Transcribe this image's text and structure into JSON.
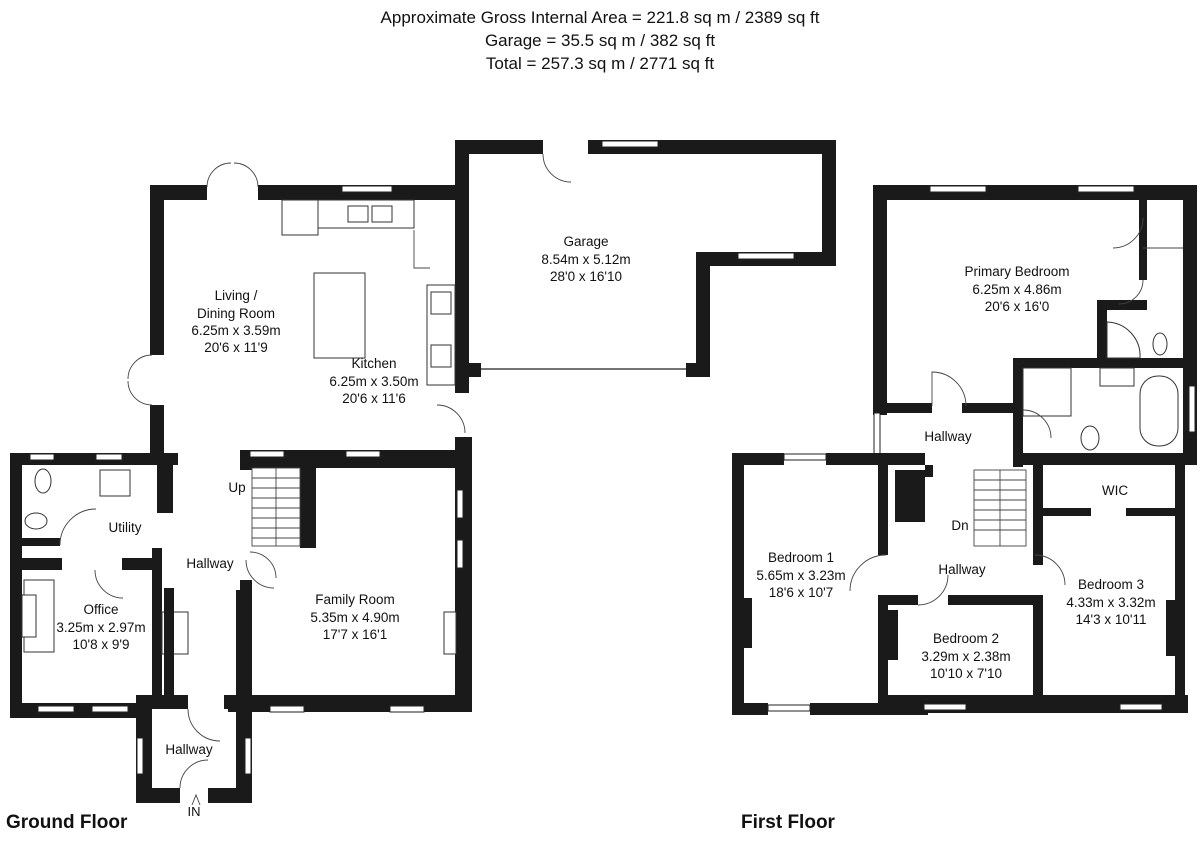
{
  "header": {
    "line1": "Approximate Gross Internal Area = 221.8 sq m / 2389 sq ft",
    "line2": "Garage = 35.5 sq m / 382 sq ft",
    "line3": "Total = 257.3 sq m / 2771 sq ft"
  },
  "ground_floor": {
    "label": "Ground Floor",
    "entrance": "IN",
    "stairs": "Up",
    "rooms": {
      "living": {
        "name1": "Living /",
        "name2": "Dining Room",
        "dim_m": "6.25m x 3.59m",
        "dim_ft": "20'6 x 11'9"
      },
      "kitchen": {
        "name": "Kitchen",
        "dim_m": "6.25m x 3.50m",
        "dim_ft": "20'6 x 11'6"
      },
      "garage": {
        "name": "Garage",
        "dim_m": "8.54m x 5.12m",
        "dim_ft": "28'0 x 16'10"
      },
      "utility": {
        "name": "Utility"
      },
      "hallway": {
        "name": "Hallway"
      },
      "office": {
        "name": "Office",
        "dim_m": "3.25m x 2.97m",
        "dim_ft": "10'8 x 9'9"
      },
      "family": {
        "name": "Family Room",
        "dim_m": "5.35m x 4.90m",
        "dim_ft": "17'7 x 16'1"
      },
      "porch": {
        "name": "Hallway"
      }
    }
  },
  "first_floor": {
    "label": "First Floor",
    "stairs": "Dn",
    "rooms": {
      "primary": {
        "name": "Primary Bedroom",
        "dim_m": "6.25m x 4.86m",
        "dim_ft": "20'6 x 16'0"
      },
      "hallway_top": {
        "name": "Hallway"
      },
      "hallway_mid": {
        "name": "Hallway"
      },
      "wic": {
        "name": "WIC"
      },
      "bed1": {
        "name": "Bedroom 1",
        "dim_m": "5.65m x 3.23m",
        "dim_ft": "18'6 x 10'7"
      },
      "bed2": {
        "name": "Bedroom 2",
        "dim_m": "3.29m x 2.38m",
        "dim_ft": "10'10 x 7'10"
      },
      "bed3": {
        "name": "Bedroom 3",
        "dim_m": "4.33m x 3.32m",
        "dim_ft": "14'3 x 10'11"
      }
    }
  }
}
